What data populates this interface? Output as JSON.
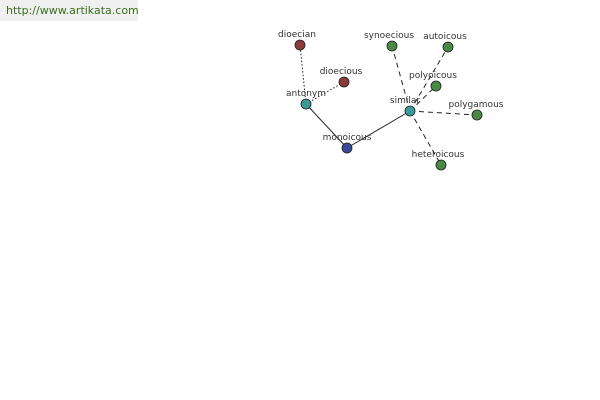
{
  "source_link": "http://www.artikata.com",
  "colors": {
    "root": "#3a4a96",
    "relation": "#3a9a9a",
    "antonym_term": "#8b3a3a",
    "similar_term": "#4a8a44",
    "link": "#222222"
  },
  "graph": {
    "nodes": [
      {
        "id": "monoicous",
        "label": "monoicous",
        "kind": "root"
      },
      {
        "id": "antonym",
        "label": "antonym",
        "kind": "relation"
      },
      {
        "id": "similar",
        "label": "similar",
        "kind": "relation"
      },
      {
        "id": "dioecian",
        "label": "dioecian",
        "kind": "antonym_term"
      },
      {
        "id": "dioecious",
        "label": "dioecious",
        "kind": "antonym_term"
      },
      {
        "id": "synoecious",
        "label": "synoecious",
        "kind": "similar_term"
      },
      {
        "id": "autoicous",
        "label": "autoicous",
        "kind": "similar_term"
      },
      {
        "id": "polyoicous",
        "label": "polyoicous",
        "kind": "similar_term"
      },
      {
        "id": "polygamous",
        "label": "polygamous",
        "kind": "similar_term"
      },
      {
        "id": "heteroicous",
        "label": "heteroicous",
        "kind": "similar_term"
      }
    ],
    "edges": [
      {
        "from": "monoicous",
        "to": "antonym",
        "style": "solid"
      },
      {
        "from": "monoicous",
        "to": "similar",
        "style": "solid"
      },
      {
        "from": "antonym",
        "to": "dioecian",
        "style": "dotted"
      },
      {
        "from": "antonym",
        "to": "dioecious",
        "style": "dotted"
      },
      {
        "from": "similar",
        "to": "synoecious",
        "style": "dashed"
      },
      {
        "from": "similar",
        "to": "autoicous",
        "style": "dashed"
      },
      {
        "from": "similar",
        "to": "polyoicous",
        "style": "dashed"
      },
      {
        "from": "similar",
        "to": "polygamous",
        "style": "dashed"
      },
      {
        "from": "similar",
        "to": "heteroicous",
        "style": "dashed"
      }
    ]
  }
}
